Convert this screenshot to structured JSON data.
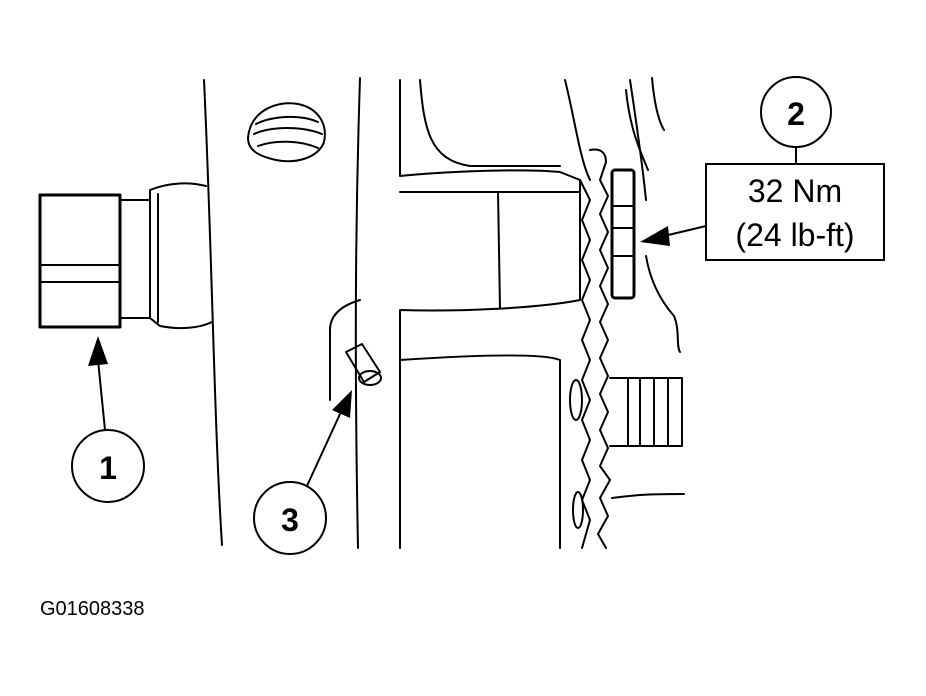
{
  "figure": {
    "id": "G01608338"
  },
  "callouts": [
    {
      "number": "1"
    },
    {
      "number": "2",
      "spec_lines": [
        "32 Nm",
        "(24 lb-ft)"
      ]
    },
    {
      "number": "3"
    }
  ]
}
